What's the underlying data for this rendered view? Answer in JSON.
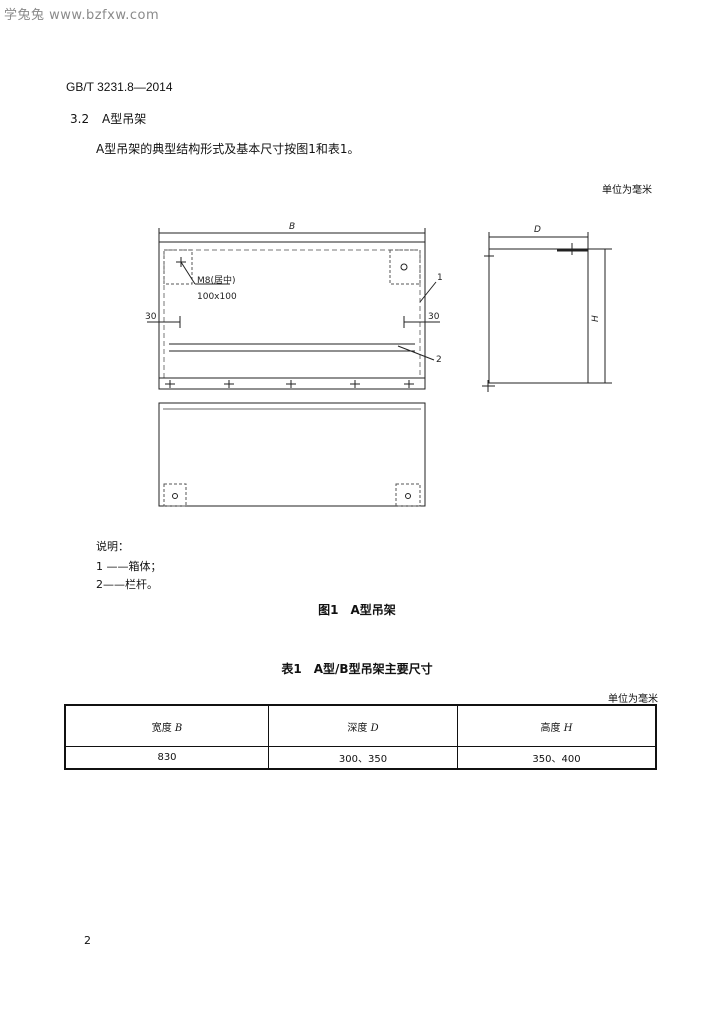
{
  "watermark": "学兔兔 www.bzfxw.com",
  "header": {
    "std_number": "GB/T 3231.8—2014"
  },
  "section": {
    "number": "3.2",
    "title": "A型吊架"
  },
  "intro": "A型吊架的典型结构形式及基本尺寸按图1和表1。",
  "figure": {
    "unit_note": "单位为毫米",
    "labels": {
      "width_symbol": "B",
      "depth_symbol": "D",
      "height_symbol": "H",
      "bolt_note": "M8(居中)",
      "plate_note": "100x100",
      "left_offset": "30",
      "right_offset": "30",
      "callout_1": "1",
      "callout_2": "2"
    },
    "notes_title": "说明：",
    "notes": [
      "1 ——箱体；",
      "2——栏杆。"
    ],
    "caption": "图1　A型吊架"
  },
  "table": {
    "caption": "表1　A型/B型吊架主要尺寸",
    "unit_note": "单位为毫米",
    "headers": [
      {
        "label": "宽度",
        "symbol": "B"
      },
      {
        "label": "深度",
        "symbol": "D"
      },
      {
        "label": "高度",
        "symbol": "H"
      }
    ],
    "rows": [
      [
        "830",
        "300、350",
        "350、400"
      ]
    ]
  },
  "page_number": "2"
}
